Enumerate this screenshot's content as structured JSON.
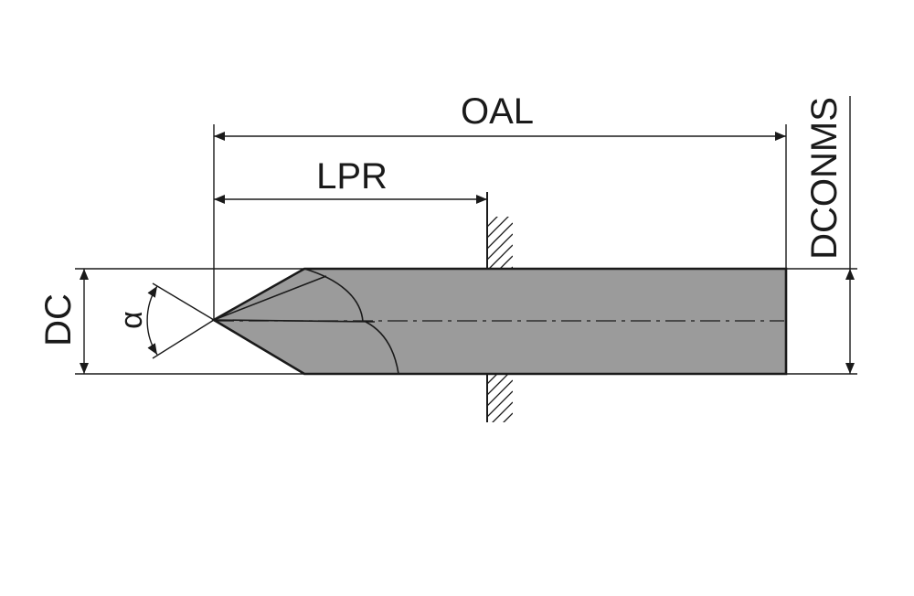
{
  "labels": {
    "oal": "OAL",
    "lpr": "LPR",
    "dc": "DC",
    "dconms": "DCONMS",
    "alpha": "α"
  },
  "colors": {
    "body_fill": "#9b9b9b",
    "line": "#1a1a1a",
    "background": "#ffffff"
  }
}
